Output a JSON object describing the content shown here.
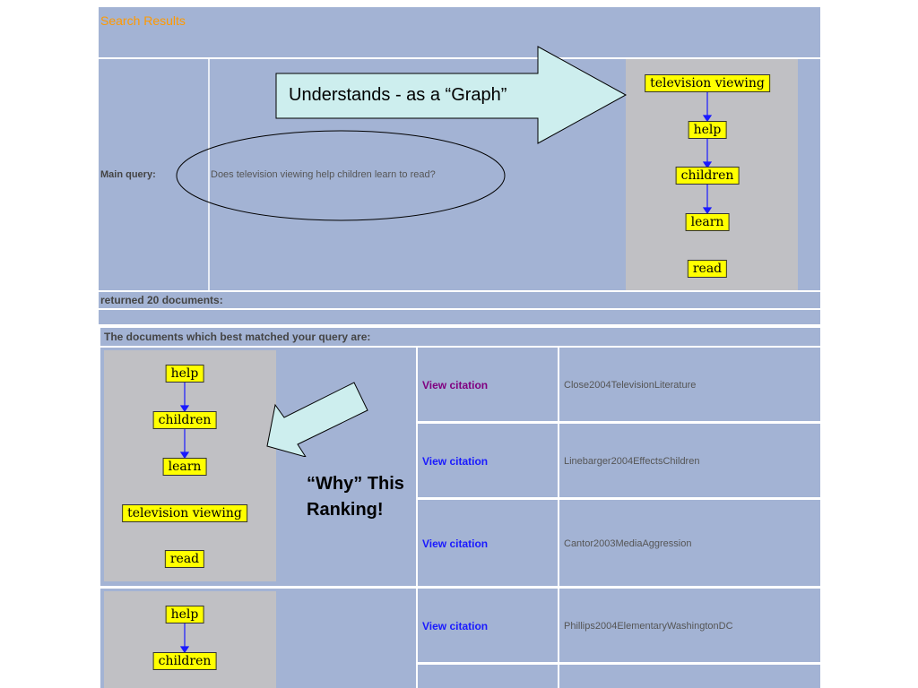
{
  "header": {
    "title": "Search Results"
  },
  "query": {
    "label": "Main query:",
    "text": "Does television viewing help children learn to read?"
  },
  "query_graph": {
    "nodes": [
      "television viewing",
      "help",
      "children",
      "learn",
      "read"
    ]
  },
  "summary": {
    "returned": "returned 20 documents:"
  },
  "results_header": "The documents which best matched your query are:",
  "result_graph_1": {
    "nodes": [
      "help",
      "children",
      "learn",
      "television viewing",
      "read"
    ]
  },
  "result_graph_2": {
    "nodes": [
      "help",
      "children"
    ]
  },
  "results": [
    {
      "link": "View citation",
      "id": "Close2004TelevisionLiterature",
      "visited": true
    },
    {
      "link": "View citation",
      "id": "Linebarger2004EffectsChildren",
      "visited": false
    },
    {
      "link": "View citation",
      "id": "Cantor2003MediaAggression",
      "visited": false
    },
    {
      "link": "View citation",
      "id": "Phillips2004ElementaryWashingtonDC",
      "visited": false
    }
  ],
  "annotations": {
    "graph_callout": "Understands - as a “Graph”",
    "why_callout": "“Why” This Ranking!"
  },
  "colors": {
    "panel": "#a3b3d4",
    "graph_bg": "#c0c0c4",
    "node": "#ffff00",
    "link": "#1a1aff",
    "visited_link": "#800080",
    "title": "#ff9900",
    "callout_fill": "#cdeeee"
  }
}
